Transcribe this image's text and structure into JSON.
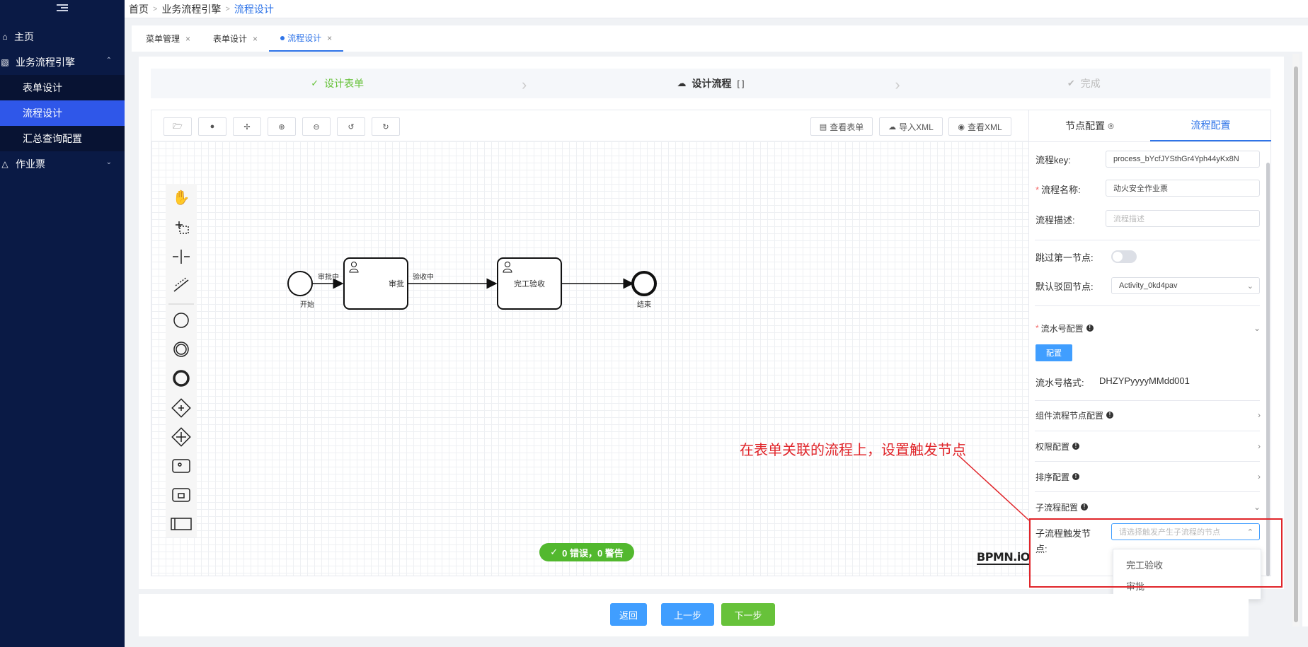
{
  "sidebar": {
    "items": [
      {
        "label": "主页",
        "icon": "home-icon"
      },
      {
        "label": "业务流程引擎",
        "icon": "flow-engine-icon",
        "expanded": true,
        "children": [
          {
            "label": "表单设计"
          },
          {
            "label": "流程设计",
            "active": true
          },
          {
            "label": "汇总查询配置"
          }
        ]
      },
      {
        "label": "作业票",
        "icon": "ticket-icon",
        "expanded": false
      }
    ]
  },
  "breadcrumb": [
    "首页",
    "业务流程引擎",
    "流程设计"
  ],
  "tabs": [
    {
      "label": "菜单管理"
    },
    {
      "label": "表单设计"
    },
    {
      "label": "流程设计",
      "active": true
    }
  ],
  "steps": [
    {
      "label": "设计表单",
      "state": "done"
    },
    {
      "label": "设计流程",
      "state": "current"
    },
    {
      "label": "完成",
      "state": "todo"
    }
  ],
  "designer": {
    "toolbar_right": {
      "view_form": "查看表单",
      "import_xml": "导入XML",
      "view_xml": "查看XML"
    },
    "diagram": {
      "start": "开始",
      "edge1": "审批中",
      "task1": "审批",
      "edge2": "验收中",
      "task2": "完工验收",
      "end": "结束"
    },
    "validation": "0 错误，0 警告",
    "logo": "BPMN.iO"
  },
  "panel": {
    "tabs": {
      "node": "节点配置",
      "process": "流程配置"
    },
    "process_key_label": "流程key:",
    "process_key_value": "process_bYcfJYSthGr4Yph44yKx8N",
    "process_name_label": "流程名称:",
    "process_name_value": "动火安全作业票",
    "process_desc_label": "流程描述:",
    "process_desc_placeholder": "流程描述",
    "skip_first_label": "跳过第一节点:",
    "skip_first_on": false,
    "default_reject_label": "默认驳回节点:",
    "default_reject_value": "Activity_0kd4pav",
    "serial_config_label": "流水号配置",
    "config_button": "配置",
    "serial_format_label": "流水号格式:",
    "serial_format_value": "DHZYPyyyyMMdd001",
    "component_flow_label": "组件流程节点配置",
    "permission_label": "权限配置",
    "sort_label": "排序配置",
    "subprocess_label": "子流程配置",
    "subprocess_trigger_label_1": "子流程触发节",
    "subprocess_trigger_label_2": "点:",
    "subprocess_trigger_placeholder": "请选择触发产生子流程的节点",
    "dropdown_options": [
      "完工验收",
      "审批"
    ]
  },
  "annotation": "在表单关联的流程上，设置触发节点",
  "footer": {
    "back": "返回",
    "prev": "上一步",
    "next": "下一步"
  },
  "colors": {
    "sidebar": "#0a1a45",
    "active": "#2f57e9",
    "primary": "#409eff",
    "success": "#67c23a",
    "annotation": "#e0252a"
  }
}
